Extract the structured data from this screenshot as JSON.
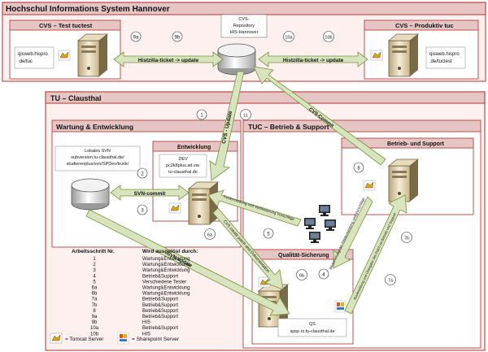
{
  "title": "Hochschul Informations System Hannover",
  "cvs_test": {
    "title": "CVS – Test tuctest",
    "host_line1": "qisweb.hispro",
    "host_line2": ".de/tuc"
  },
  "cvs_prod": {
    "title": "CVS – Produktiv tuc",
    "host_line1": "qisweb.hispro",
    "host_line2": ".de/tuctest"
  },
  "cvs_repo": {
    "line1": "CVS-",
    "line2": "Repository",
    "line3": "HIS-Hannover"
  },
  "tu_clausthal": {
    "title": "TU – Clausthal"
  },
  "wartung": {
    "title": "Wartung & Entwicklung"
  },
  "entwicklung": {
    "title": "Entwicklung",
    "host_line1": "DEV",
    "host_line2": "pc2k8plus.ad.vw.",
    "host_line3": "tu-clausthal.de"
  },
  "lokales_svn": {
    "line1": "Lokales SVN",
    "line2": "subversion.tu-clausthal.de/",
    "line3": "studierenplus/svn/SPDev/trunk/"
  },
  "tuc_betrieb": {
    "title": "TUC – Betrieb & Support"
  },
  "betrieb_support": {
    "title": "Betrieb- und Support"
  },
  "qs": {
    "title": "Qualität-Sicherung",
    "host_line1": "QS",
    "host_line2": "spsp.rz.tu-clausthal.de"
  },
  "arrows": {
    "histzilla_left": "Histzilla-ticket -> update",
    "histzilla_right": "Histzilla-ticket -> update",
    "svn_commit": "SVN-commit",
    "svn_update": "SVN-update",
    "cvs_update": "CVS - Update",
    "cvs_commit": "CVS-Commit",
    "fehlermeldung": "Fehlermeldung und Verbesserung Vorschläge",
    "cvs_create_patch": "CVS create patch and Dokumentation",
    "weiterleitung": "Weiterleitung der Fehlermeldung und Vorschläge",
    "rueckmeldung": "Rückmeldung und Übergabe des Patch an Betrieb und Support"
  },
  "steps": {
    "s1": "1",
    "s2": "2",
    "s3": "3",
    "s4": "4",
    "s5": "5",
    "s6a": "6a",
    "s6b": "6b",
    "s7a": "7a",
    "s7b": "7b",
    "s8": "8",
    "s9a": "9a",
    "s9b": "9b",
    "s10a": "10a",
    "s10b": "10b",
    "s11": "11"
  },
  "table": {
    "header_col1": "Arbeitsschritt Nr.",
    "header_col2": "Wird ausgelöst durch:",
    "rows": [
      {
        "nr": "1",
        "by": "Wartung&Entwicklung"
      },
      {
        "nr": "2",
        "by": "Wartung&Entwicklung"
      },
      {
        "nr": "3",
        "by": "Wartung&Entwicklung"
      },
      {
        "nr": "4",
        "by": "Betrieb&Support"
      },
      {
        "nr": "5",
        "by": "Verschiedene Tester"
      },
      {
        "nr": "6a",
        "by": "Wartung&Entwicklung"
      },
      {
        "nr": "6b",
        "by": "Wartung&Entwicklung"
      },
      {
        "nr": "7a",
        "by": "Betrieb&Support"
      },
      {
        "nr": "7b",
        "by": "Betrieb&Support"
      },
      {
        "nr": "8",
        "by": "Betrieb&Support"
      },
      {
        "nr": "9a",
        "by": "Betrieb&Support"
      },
      {
        "nr": "9b",
        "by": "HIS"
      },
      {
        "nr": "10a",
        "by": "Betrieb&Support"
      },
      {
        "nr": "10b",
        "by": "HIS"
      }
    ]
  },
  "legend": {
    "tomcat": "= Tomcat Server",
    "sharepoint": "= Sharepoint Server"
  },
  "colors": {
    "panel_border": "#c0504d",
    "panel_fill": "#fdf0ef",
    "header_fill": "#e6c6c4",
    "arrow_fill": "#d7e4bd",
    "arrow_stroke": "#76923c"
  }
}
